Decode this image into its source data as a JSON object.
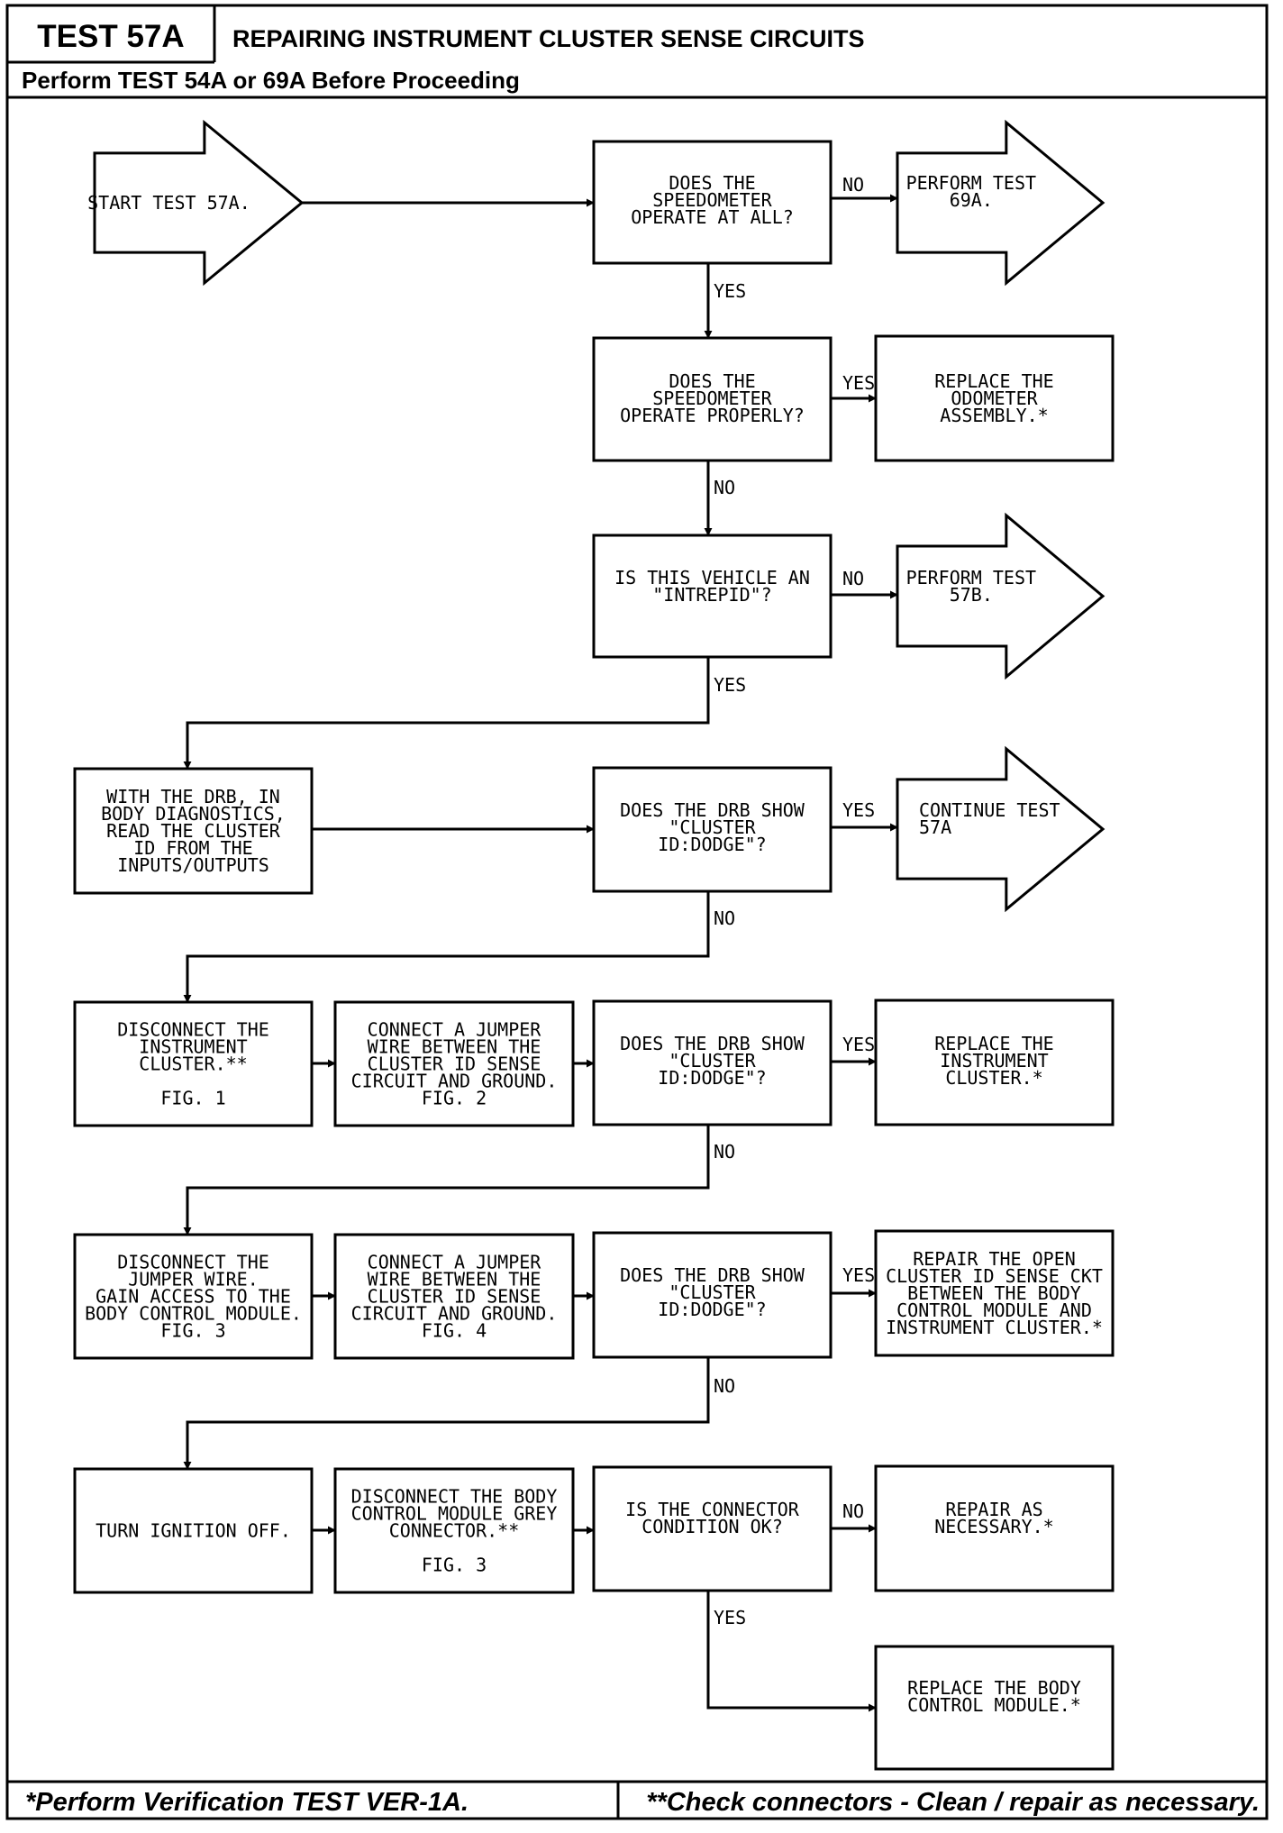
{
  "header": {
    "test_id": "TEST 57A",
    "title": "REPAIRING INSTRUMENT CLUSTER SENSE CIRCUITS",
    "prerequisite": "Perform TEST 54A or 69A Before Proceeding"
  },
  "footer": {
    "left_note": "*Perform Verification TEST VER-1A.",
    "right_note": "**Check connectors - Clean / repair as necessary."
  },
  "nodes": [
    {
      "id": "start",
      "shape": "arrow",
      "lines": [
        "START TEST 57A."
      ]
    },
    {
      "id": "q-operate-at-all",
      "shape": "box",
      "lines": [
        "DOES THE",
        "SPEEDOMETER",
        "OPERATE AT ALL?"
      ]
    },
    {
      "id": "perform-69a",
      "shape": "arrow",
      "lines": [
        "PERFORM TEST",
        "69A."
      ]
    },
    {
      "id": "q-operate-properly",
      "shape": "box",
      "lines": [
        "DOES THE",
        "SPEEDOMETER",
        "OPERATE PROPERLY?"
      ]
    },
    {
      "id": "replace-odometer",
      "shape": "box",
      "lines": [
        "REPLACE THE",
        "ODOMETER",
        "ASSEMBLY.*"
      ]
    },
    {
      "id": "q-intrepid",
      "shape": "box",
      "lines": [
        "IS THIS VEHICLE AN",
        "\"INTREPID\"?"
      ]
    },
    {
      "id": "perform-57b",
      "shape": "arrow",
      "lines": [
        "PERFORM TEST",
        "57B."
      ]
    },
    {
      "id": "read-cluster-id",
      "shape": "box",
      "lines": [
        "WITH THE DRB, IN",
        "BODY DIAGNOSTICS,",
        "READ THE CLUSTER",
        "ID FROM THE",
        "INPUTS/OUTPUTS"
      ]
    },
    {
      "id": "q-drb-show-1",
      "shape": "box",
      "lines": [
        "DOES THE DRB SHOW",
        "\"CLUSTER",
        "ID:DODGE\"?"
      ]
    },
    {
      "id": "continue-57a",
      "shape": "arrow",
      "lines": [
        "CONTINUE TEST",
        "57A"
      ]
    },
    {
      "id": "disconnect-cluster",
      "shape": "box",
      "lines": [
        "DISCONNECT THE",
        "INSTRUMENT",
        "CLUSTER.**",
        "",
        "FIG. 1"
      ]
    },
    {
      "id": "connect-jumper-1",
      "shape": "box",
      "lines": [
        "CONNECT A JUMPER",
        "WIRE BETWEEN THE",
        "CLUSTER ID SENSE",
        "CIRCUIT AND GROUND.",
        "FIG. 2"
      ]
    },
    {
      "id": "q-drb-show-2",
      "shape": "box",
      "lines": [
        "DOES THE DRB SHOW",
        "\"CLUSTER",
        "ID:DODGE\"?"
      ]
    },
    {
      "id": "replace-cluster",
      "shape": "box",
      "lines": [
        "REPLACE THE",
        "INSTRUMENT",
        "CLUSTER.*"
      ]
    },
    {
      "id": "disconnect-jumper",
      "shape": "box",
      "lines": [
        "DISCONNECT THE",
        "JUMPER WIRE.",
        "GAIN ACCESS TO THE",
        "BODY CONTROL MODULE.",
        "FIG. 3"
      ]
    },
    {
      "id": "connect-jumper-2",
      "shape": "box",
      "lines": [
        "CONNECT A JUMPER",
        "WIRE BETWEEN THE",
        "CLUSTER ID SENSE",
        "CIRCUIT AND GROUND.",
        "FIG. 4"
      ]
    },
    {
      "id": "q-drb-show-3",
      "shape": "box",
      "lines": [
        "DOES THE DRB SHOW",
        "\"CLUSTER",
        "ID:DODGE\"?"
      ]
    },
    {
      "id": "repair-open",
      "shape": "box",
      "lines": [
        "REPAIR THE OPEN",
        "CLUSTER ID SENSE CKT",
        "BETWEEN THE BODY",
        "CONTROL MODULE AND",
        "INSTRUMENT CLUSTER.*"
      ]
    },
    {
      "id": "turn-ignition-off",
      "shape": "box",
      "lines": [
        "TURN IGNITION OFF."
      ]
    },
    {
      "id": "disconnect-bcm-connector",
      "shape": "box",
      "lines": [
        "DISCONNECT THE BODY",
        "CONTROL MODULE GREY",
        "CONNECTOR.**",
        "",
        "FIG. 3"
      ]
    },
    {
      "id": "q-connector-ok",
      "shape": "box",
      "lines": [
        "IS THE CONNECTOR",
        "CONDITION OK?"
      ]
    },
    {
      "id": "repair-as-necessary",
      "shape": "box",
      "lines": [
        "REPAIR AS",
        "NECESSARY.*"
      ]
    },
    {
      "id": "replace-bcm",
      "shape": "box",
      "lines": [
        "REPLACE THE BODY",
        "CONTROL MODULE.*"
      ]
    }
  ],
  "edges": [
    {
      "from": "start",
      "to": "q-operate-at-all",
      "label": ""
    },
    {
      "from": "q-operate-at-all",
      "to": "perform-69a",
      "label": "NO"
    },
    {
      "from": "q-operate-at-all",
      "to": "q-operate-properly",
      "label": "YES"
    },
    {
      "from": "q-operate-properly",
      "to": "replace-odometer",
      "label": "YES"
    },
    {
      "from": "q-operate-properly",
      "to": "q-intrepid",
      "label": "NO"
    },
    {
      "from": "q-intrepid",
      "to": "perform-57b",
      "label": "NO"
    },
    {
      "from": "q-intrepid",
      "to": "read-cluster-id",
      "label": "YES"
    },
    {
      "from": "read-cluster-id",
      "to": "q-drb-show-1",
      "label": ""
    },
    {
      "from": "q-drb-show-1",
      "to": "continue-57a",
      "label": "YES"
    },
    {
      "from": "q-drb-show-1",
      "to": "disconnect-cluster",
      "label": "NO"
    },
    {
      "from": "disconnect-cluster",
      "to": "connect-jumper-1",
      "label": ""
    },
    {
      "from": "connect-jumper-1",
      "to": "q-drb-show-2",
      "label": ""
    },
    {
      "from": "q-drb-show-2",
      "to": "replace-cluster",
      "label": "YES"
    },
    {
      "from": "q-drb-show-2",
      "to": "disconnect-jumper",
      "label": "NO"
    },
    {
      "from": "disconnect-jumper",
      "to": "connect-jumper-2",
      "label": ""
    },
    {
      "from": "connect-jumper-2",
      "to": "q-drb-show-3",
      "label": ""
    },
    {
      "from": "q-drb-show-3",
      "to": "repair-open",
      "label": "YES"
    },
    {
      "from": "q-drb-show-3",
      "to": "turn-ignition-off",
      "label": "NO"
    },
    {
      "from": "turn-ignition-off",
      "to": "disconnect-bcm-connector",
      "label": ""
    },
    {
      "from": "disconnect-bcm-connector",
      "to": "q-connector-ok",
      "label": ""
    },
    {
      "from": "q-connector-ok",
      "to": "repair-as-necessary",
      "label": "NO"
    },
    {
      "from": "q-connector-ok",
      "to": "replace-bcm",
      "label": "YES"
    }
  ]
}
